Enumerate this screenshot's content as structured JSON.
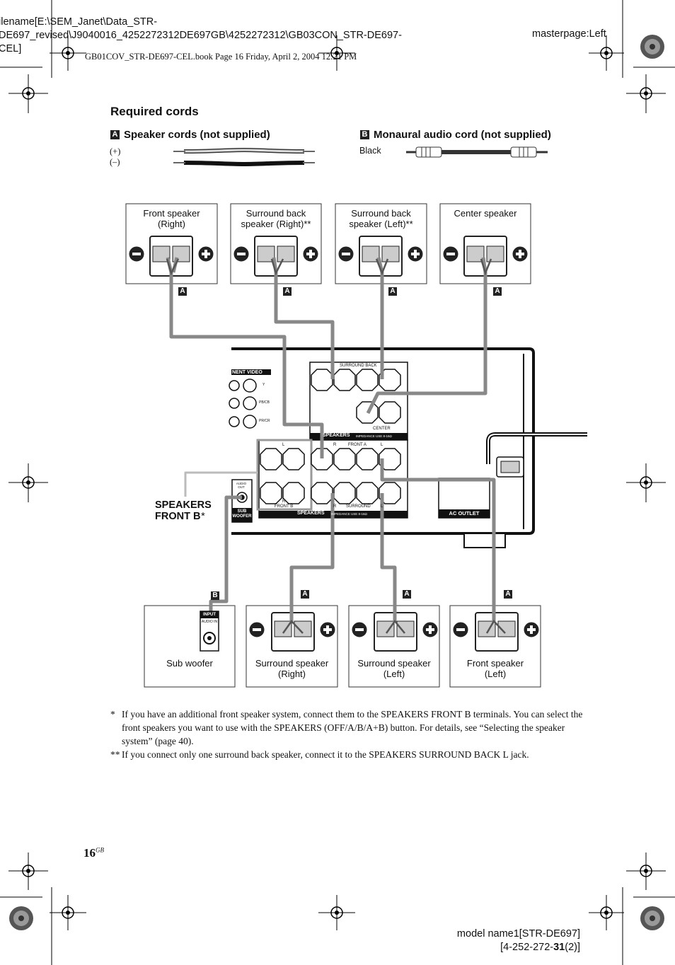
{
  "header": {
    "filename_line1": "ilename[E:\\SEM_Janet\\Data_STR-",
    "filename_line2": "DE697_revised\\J9040016_4252272312DE697GB\\4252272312\\GB03CON_STR-DE697-",
    "filename_line3": "CEL]",
    "masterpage": "masterpage:Left",
    "book_line": "GB01COV_STR-DE697-CEL.book  Page 16  Friday, April 2, 2004  12:21 PM"
  },
  "section_title": "Required cords",
  "cords": {
    "a_letter": "A",
    "a_label": "Speaker cords (not supplied)",
    "a_plus": "(+)",
    "a_minus": "(–)",
    "b_letter": "B",
    "b_label": "Monaural audio cord (not supplied)",
    "b_black": "Black"
  },
  "top_speakers": [
    {
      "line1": "Front speaker",
      "line2": "(Right)",
      "cord": "A"
    },
    {
      "line1": "Surround back",
      "line2": "speaker (Right)**",
      "cord": "A"
    },
    {
      "line1": "Surround back",
      "line2": "speaker (Left)**",
      "cord": "A"
    },
    {
      "line1": "Center speaker",
      "line2": "",
      "cord": "A"
    }
  ],
  "bottom_speakers": [
    {
      "line1": "Sub woofer",
      "line2": "",
      "cord": "B"
    },
    {
      "line1": "Surround speaker",
      "line2": "(Right)",
      "cord": "A"
    },
    {
      "line1": "Surround speaker",
      "line2": "(Left)",
      "cord": "A"
    },
    {
      "line1": "Front speaker",
      "line2": "(Left)",
      "cord": "A"
    }
  ],
  "receiver": {
    "component_video": "NENT VIDEO",
    "y": "Y",
    "pbcb": "PB/CB",
    "prcr": "PR/CR",
    "surround_back": "SURROUND BACK",
    "center": "CENTER",
    "speakers": "SPEAKERS",
    "impedance": "IMPEDANCE USE 8-16Ω",
    "front_a": "FRONT A",
    "front_b": "FRONT B",
    "surround": "SURROUND",
    "audio_out": "AUDIO OUT",
    "sub_woofer": "SUB WOOFER",
    "ac_outlet": "AC OUTLET",
    "input": "INPUT",
    "audio_in": "AUDIO IN",
    "r": "R",
    "l": "L"
  },
  "speakers_front_b_label": "SPEAKERS\nFRONT B*",
  "footnotes": [
    {
      "mark": "*",
      "text": "If you have an additional front speaker system, connect them to the SPEAKERS FRONT B terminals. You can select the front speakers you want to use with the SPEAKERS (OFF/A/B/A+B) button. For details, see “Selecting the speaker system” (page 40)."
    },
    {
      "mark": "**",
      "text": "If you connect only one surround back speaker, connect it to the SPEAKERS SURROUND BACK L jack."
    }
  ],
  "page_number": "16",
  "page_suffix": "GB",
  "footer": {
    "model_line1": "model name1[STR-DE697]",
    "model_line2_pre": "[4-252-272-",
    "model_line2_bold": "31",
    "model_line2_post": "(2)]"
  }
}
